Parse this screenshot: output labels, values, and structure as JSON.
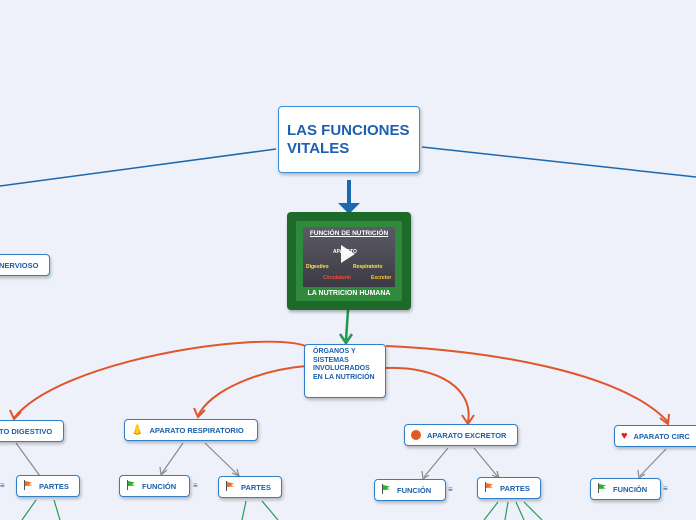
{
  "root": {
    "label": "LAS FUNCIONES VITALES"
  },
  "video": {
    "caption": "LA NUTRICION HUMANA",
    "thumb_title": "FUNCIÓN DE NUTRICIÓN",
    "thumb_words": [
      "APARATO",
      "Digestivo",
      "Respiratorio",
      "Circulatorio",
      "Excretor"
    ]
  },
  "organos": {
    "label": "ÓRGANOS Y SISTEMAS INVOLUCRADOS EN LA NUTRICIÓN"
  },
  "left_node": {
    "label": "NERVIOSO"
  },
  "aparatos": {
    "digestivo": {
      "label": "TO DIGESTIVO"
    },
    "respiratorio": {
      "label": "APARATO RESPIRATORIO"
    },
    "excretor": {
      "label": "APARATO EXCRETOR"
    },
    "circulatorio": {
      "label": "APARATO CIRC"
    }
  },
  "sub": {
    "partes_label": "PARTES",
    "funcion_label": "FUNCIÓN",
    "menu_glyph": "≡"
  },
  "colors": {
    "link_blue": "#1a68b0",
    "link_green": "#1f9a4c",
    "link_orange": "#e0562a",
    "link_gray": "#7a7a7a",
    "link_teal": "#2a9a5a",
    "flag_green": "#2fb02f",
    "flag_orange": "#f07020"
  },
  "icons": {
    "respiratorio": "nose-icon",
    "excretor": "angry-face-icon",
    "circulatorio": "heart-icon",
    "funcion": "green-flag-icon",
    "partes": "orange-flag-icon"
  }
}
